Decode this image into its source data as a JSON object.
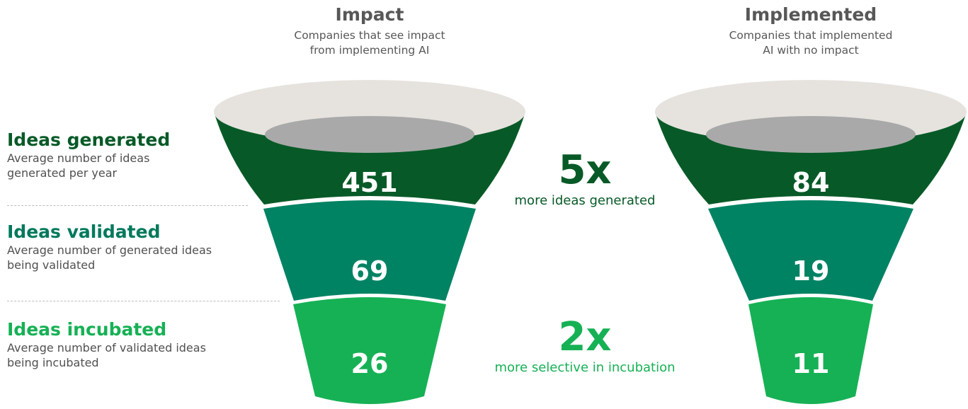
{
  "colors": {
    "dark_green": "#075a27",
    "mid_green": "#008363",
    "light_green": "#16b155",
    "rim": "#e6e3df",
    "inner": "#aaa9aa"
  },
  "stages": [
    {
      "title": "Ideas generated",
      "description": "Average number of ideas generated per year"
    },
    {
      "title": "Ideas validated",
      "description": "Average number of generated ideas being validated"
    },
    {
      "title": "Ideas incubated",
      "description": "Average number of validated ideas being incubated"
    }
  ],
  "funnels": [
    {
      "title": "Impact",
      "subtitle": "Companies that see impact from implementing AI",
      "values": [
        "451",
        "69",
        "26"
      ]
    },
    {
      "title": "Implemented",
      "subtitle": "Companies that implemented AI with no impact",
      "values": [
        "84",
        "19",
        "11"
      ]
    }
  ],
  "comparisons": [
    {
      "multiplier": "5x",
      "text": "more ideas generated"
    },
    {
      "multiplier": "2x",
      "text": "more selective in incubation"
    }
  ]
}
